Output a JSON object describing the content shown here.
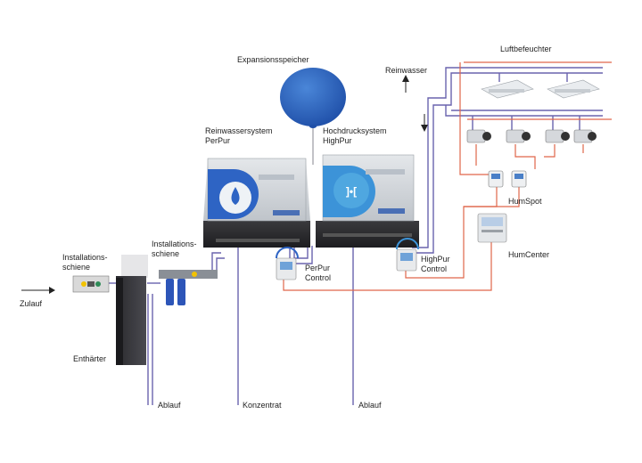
{
  "labels": {
    "expansionsspeicher": "Expansionsspeicher",
    "reinwasser": "Reinwasser",
    "luftbefeuchter": "Luftbefeuchter",
    "reinwassersystem_1": "Reinwassersystem",
    "reinwassersystem_2": "PerPur",
    "hochdrucksystem_1": "Hochdrucksystem",
    "hochdrucksystem_2": "HighPur",
    "installationsschiene_left_1": "Installations-",
    "installationsschiene_left_2": "schiene",
    "installationsschiene_mid_1": "Installations-",
    "installationsschiene_mid_2": "schiene",
    "zulauf": "Zulauf",
    "enthaerter": "Enthärter",
    "perpur_control_1": "PerPur",
    "perpur_control_2": "Control",
    "highpur_control_1": "HighPur",
    "highpur_control_2": "Control",
    "humspot": "HumSpot",
    "humcenter": "HumCenter",
    "ablauf_1": "Ablauf",
    "konzentrat": "Konzentrat",
    "ablauf_2": "Ablauf"
  },
  "colors": {
    "water_pipe": "#6a63ad",
    "control_cable": "#e0664a",
    "tank_blue": "#2f6fc9",
    "unit_gray": "#cfd3d8",
    "unit_blue": "#3a7fd0",
    "unit_light_blue": "#4fa7e0"
  }
}
